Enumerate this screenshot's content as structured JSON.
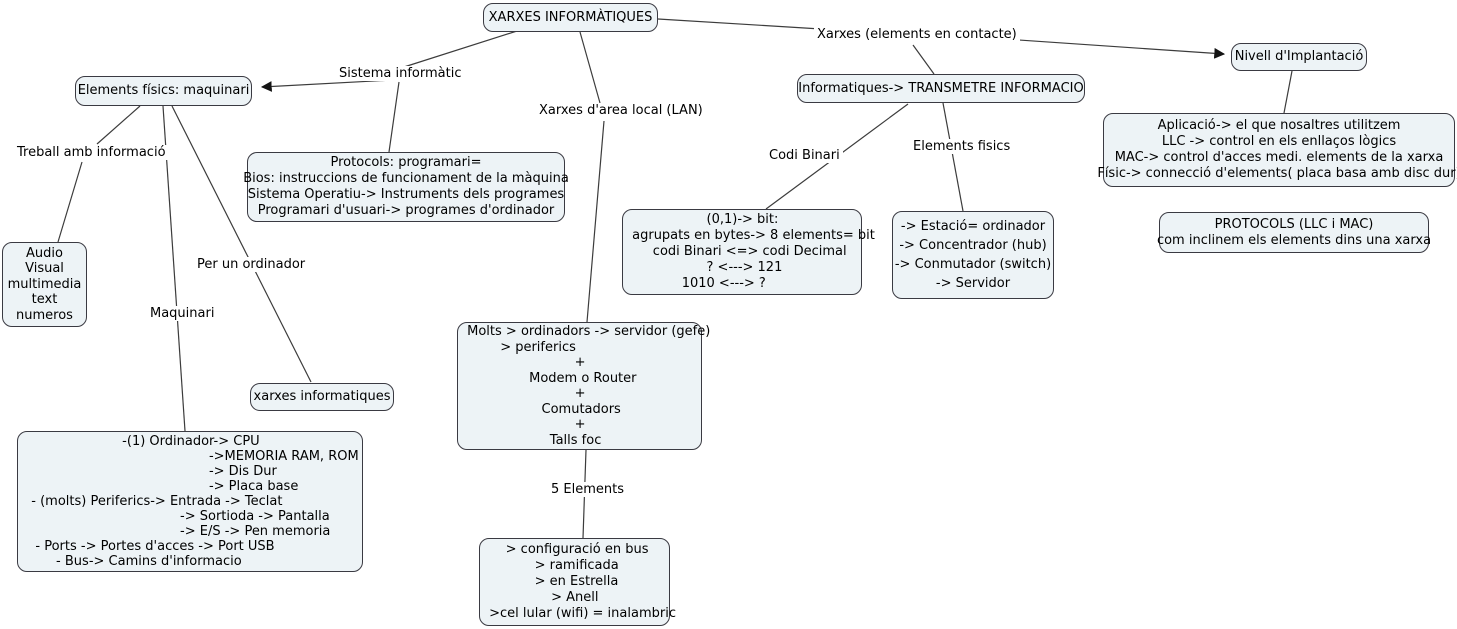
{
  "title": "XARXES INFORMÀTIQUES",
  "colors": {
    "node_fill": "#edf3f6",
    "node_border": "#3a3a42",
    "line": "#3c3c3c",
    "background": "#ffffff",
    "text": "#000000"
  },
  "nodes": {
    "root": {
      "text": "XARXES INFORMÀTIQUES"
    },
    "elements_fisics": {
      "text": "Elements físics: maquinari"
    },
    "protocols": {
      "text": "Protocols: programari=\nBios: instruccions de funcionament de la màquina\nSistema Operatiu-> Instruments dels programes\nProgramari d'usuari-> programes d'ordinador"
    },
    "audio": {
      "text": "Audio\nVisual\nmultimedia\ntext\nnumeros"
    },
    "xarxes_informatiques": {
      "text": "xarxes informatiques"
    },
    "ordinador_detall": {
      "text": "                        -(1) Ordinador-> CPU\n                                             ->MEMORIA RAM, ROM\n                                             -> Dis Dur\n                                             -> Placa base\n  - (molts) Periferics-> Entrada -> Teclat\n                                      -> Sortioda -> Pantalla\n                                      -> E/S -> Pen memoria\n   - Ports -> Portes d'acces -> Port USB\n        - Bus-> Camins d'informacio"
    },
    "lan_elements": {
      "text": " Molts > ordinadors -> servidor (gefe)\n         > periferics\n                           +\n                Modem o Router\n                           +\n                   Comutadors\n                           +\n                     Talls foc"
    },
    "topologies": {
      "text": "     > configuració en bus\n            > ramificada\n            > en Estrella\n                > Anell\n >cel lular (wifi) = inalambric"
    },
    "transmetre": {
      "text": "Informatiques-> TRANSMETRE INFORMACIO"
    },
    "codi_binari_detall": {
      "text": "                   (0,1)-> bit:\n agrupats en bytes-> 8 elements= bit\n      codi Binari <=> codi Decimal\n                   ? <---> 121\n             1010 <---> ?"
    },
    "estacio": {
      "text": "-> Estació= ordinador\n-> Concentrador (hub)\n-> Conmutador (switch)\n-> Servidor"
    },
    "nivell": {
      "text": "Nivell d'Implantació"
    },
    "nivells_detall": {
      "text": "Aplicació-> el que nosaltres utilitzem\nLLC -> control en els enllaços lògics\nMAC-> control d'acces medi. elements de la xarxa\nFísic-> connecció d'elements( placa basa amb disc dur)"
    },
    "protocols_llc": {
      "text": "PROTOCOLS (LLC i MAC)\ncom inclinem els elements dins una xarxa"
    }
  },
  "labels": {
    "sistema_informatic": "Sistema informàtic",
    "lan": "Xarxes d'area local (LAN)",
    "xarxes_contacte": "Xarxes (elements en contacte)",
    "treball": "Treball amb informació",
    "per_un_ordinador": "Per un ordinador",
    "maquinari": "Maquinari",
    "codi_binari": "Codi Binari",
    "elements_fisics": "Elements fisics",
    "cinc_elements": "5 Elements"
  }
}
